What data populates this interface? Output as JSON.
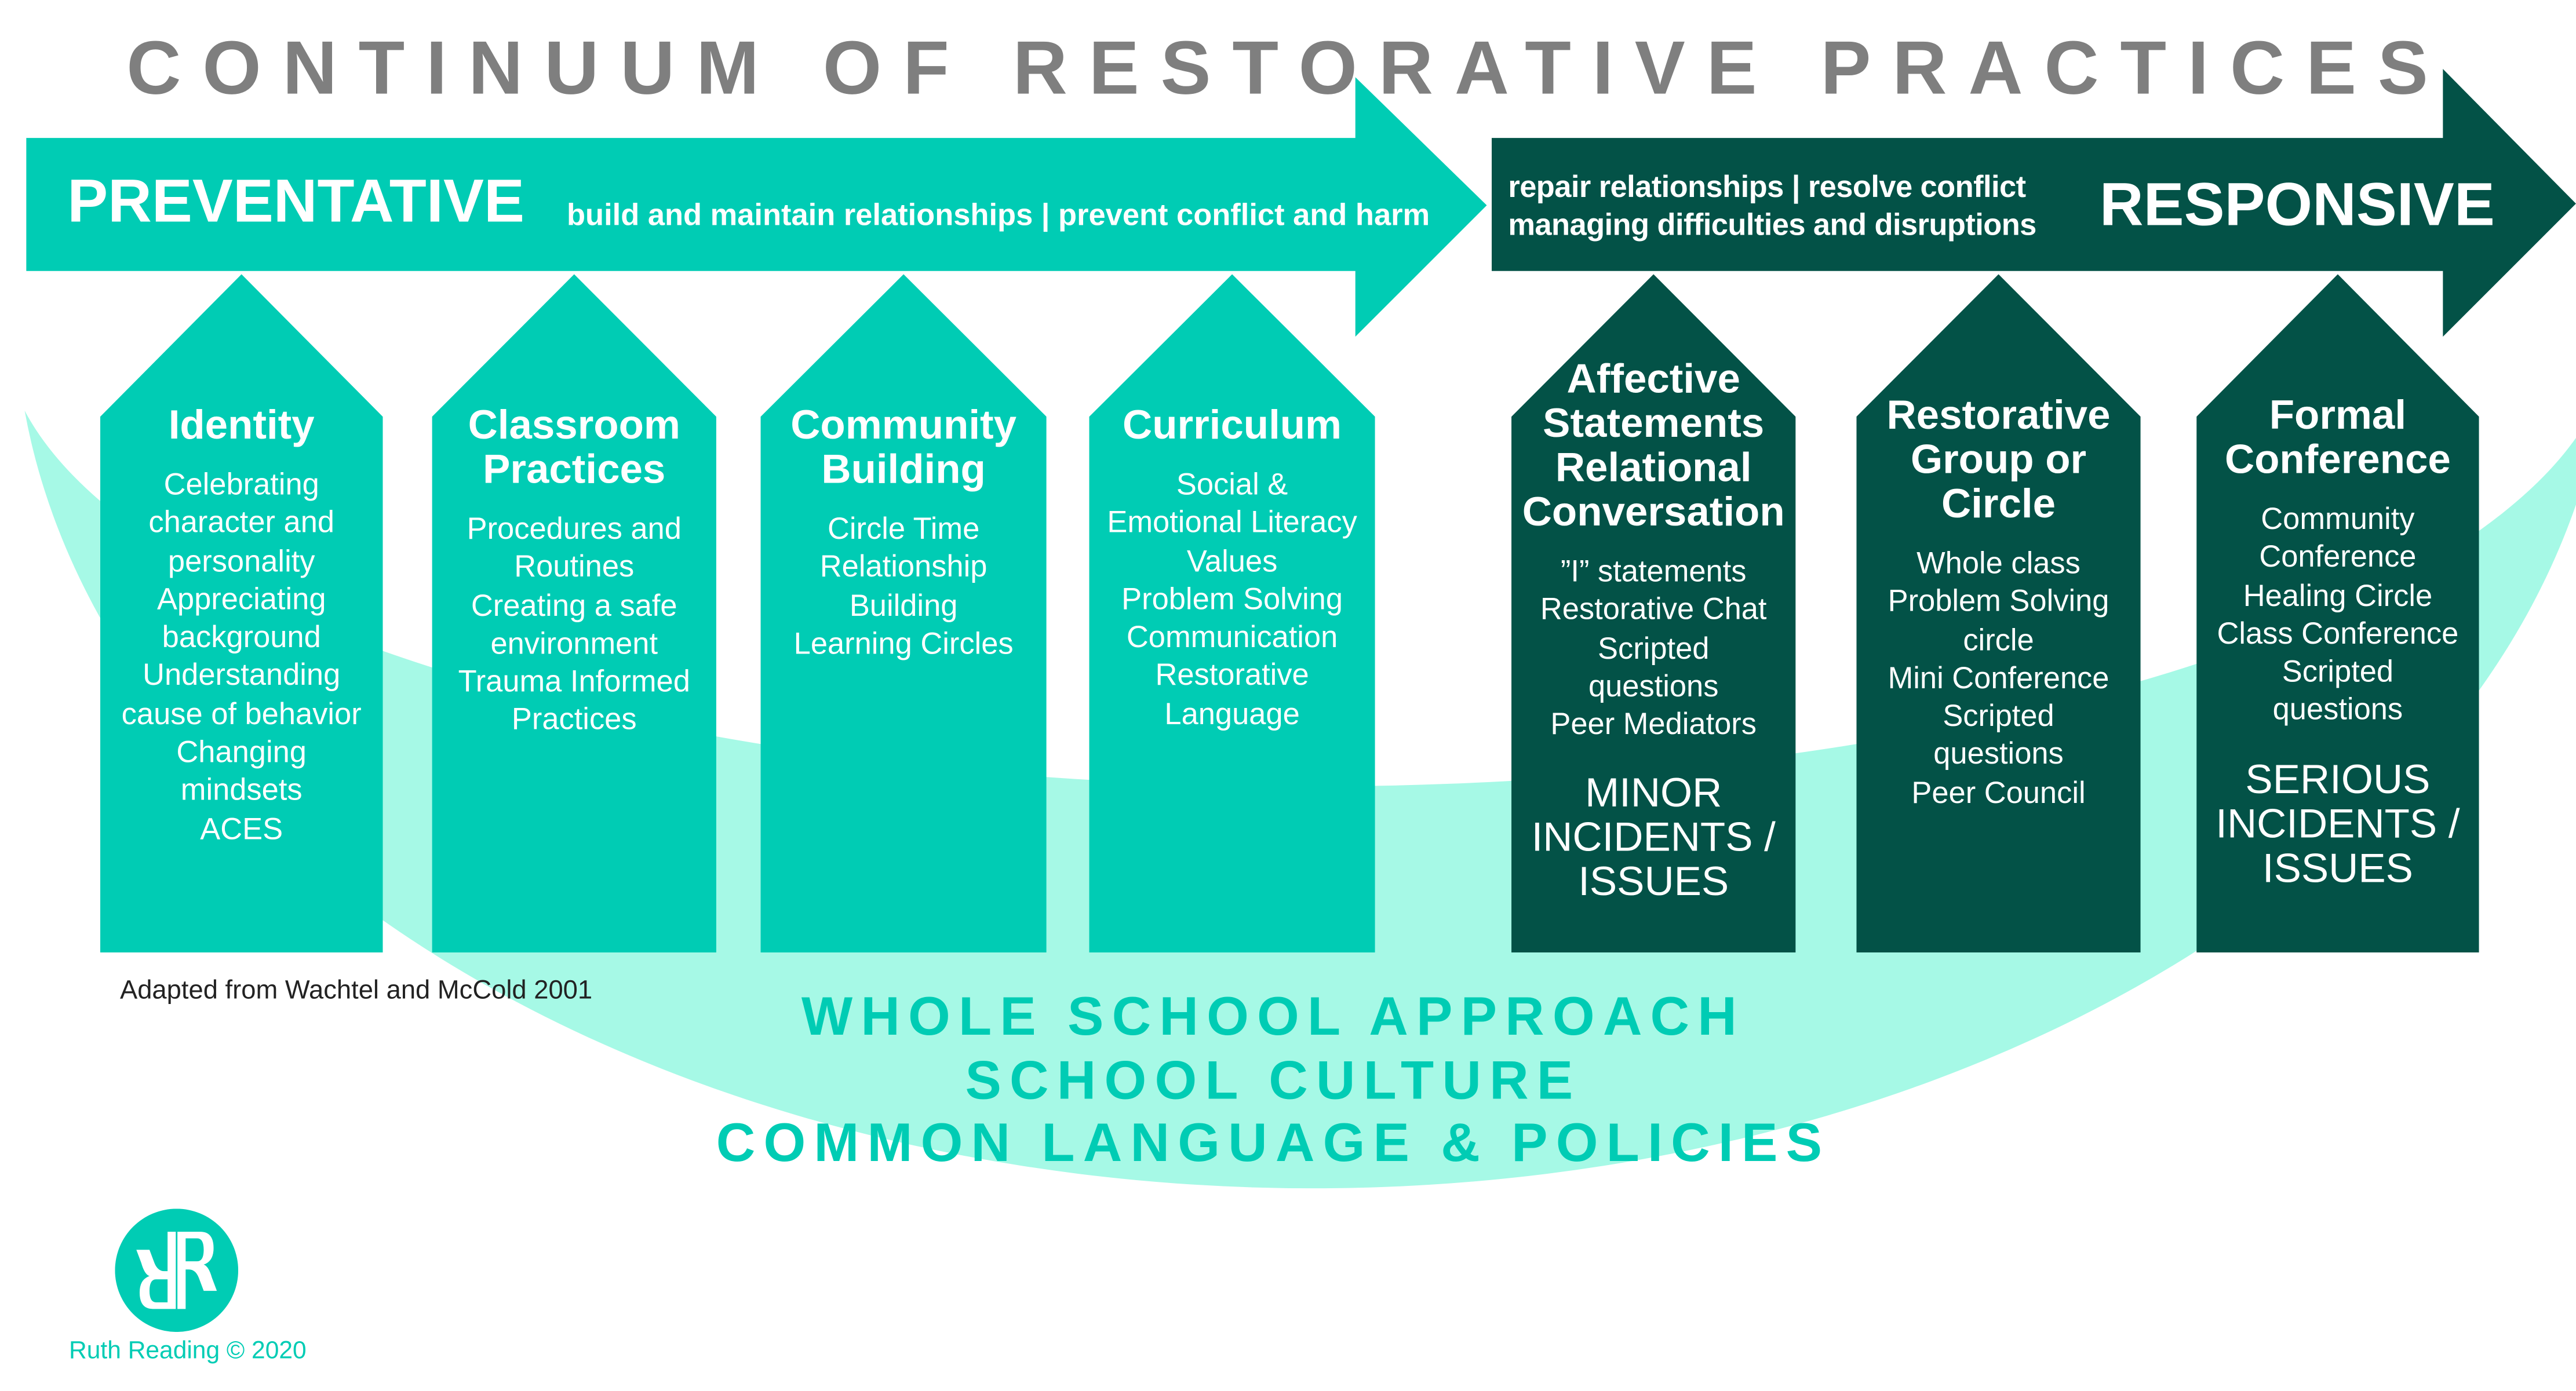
{
  "title": "CONTINUUM OF RESTORATIVE PRACTICES",
  "colors": {
    "teal": "#00ccb4",
    "dark": "#035247",
    "mint": "#a6f9e6",
    "title_gray": "#7f7f7f"
  },
  "preventative": {
    "label": "PREVENTATIVE",
    "subtitle": "build and maintain relationships | prevent conflict and harm"
  },
  "responsive": {
    "label": "RESPONSIVE",
    "line1": "repair relationships | resolve conflict",
    "line2": "managing difficulties and disruptions"
  },
  "boxes": [
    {
      "heading": "Identity",
      "items": [
        "Celebrating",
        "character and",
        "personality",
        "Appreciating",
        "background",
        "Understanding",
        "cause of behavior",
        "Changing",
        "mindsets",
        "ACES"
      ]
    },
    {
      "heading": "Classroom Practices",
      "items": [
        "Procedures and",
        "Routines",
        "Creating a safe",
        "environment",
        "Trauma Informed",
        "Practices"
      ]
    },
    {
      "heading": "Community Building",
      "items": [
        "Circle Time",
        "Relationship",
        "Building",
        "Learning Circles"
      ]
    },
    {
      "heading": "Curriculum",
      "items": [
        "Social &",
        "Emotional Literacy",
        "Values",
        "Problem Solving",
        "Communication",
        "Restorative",
        "Language"
      ]
    },
    {
      "heading": "Affective Statements Relational Conversation",
      "items": [
        "”I” statements",
        "Restorative Chat",
        "Scripted",
        "questions",
        "Peer Mediators"
      ],
      "footer": "MINOR INCIDENTS / ISSUES"
    },
    {
      "heading": "Restorative Group or Circle",
      "items": [
        "Whole class",
        "Problem Solving",
        "circle",
        "Mini Conference",
        "Scripted",
        "questions",
        "Peer Council"
      ]
    },
    {
      "heading": "Formal Conference",
      "items": [
        "Community",
        "Conference",
        "Healing Circle",
        "Class Conference",
        "Scripted",
        "questions"
      ],
      "footer": "SERIOUS INCIDENTS / ISSUES"
    }
  ],
  "credit": "Adapted from Wachtel and McCold 2001",
  "bottom_lines": [
    "WHOLE SCHOOL APPROACH",
    "SCHOOL CULTURE",
    "COMMON LANGUAGE & POLICIES"
  ],
  "logo": {
    "letters": "RR",
    "caption": "Ruth Reading © 2020"
  }
}
